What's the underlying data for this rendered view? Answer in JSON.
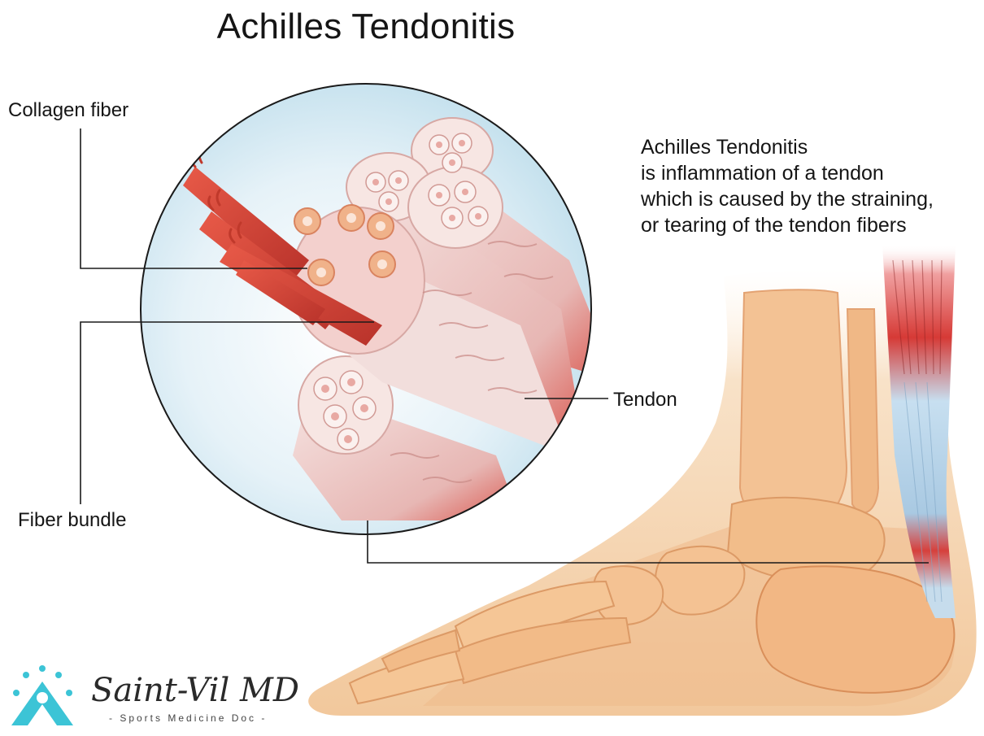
{
  "title": "Achilles Tendonitis",
  "labels": {
    "collagen_fiber": "Collagen fiber",
    "fiber_bundle": "Fiber bundle",
    "tendon": "Tendon"
  },
  "description": {
    "lines": [
      "Achilles Tendonitis",
      "is inflammation of a tendon",
      "which is caused by the straining,",
      "or tearing of the tendon fibers"
    ]
  },
  "logo": {
    "name": "Saint-Vil MD",
    "tagline": "- Sports Medicine Doc -"
  },
  "colors": {
    "inflamed": "#d6322f",
    "tendon_healthy": "#b9d6e8",
    "bone": "#f0b57d",
    "skin": "#f6d3ae",
    "bundle": "#f2d8d6",
    "logo_accent": "#3cc4d6"
  }
}
